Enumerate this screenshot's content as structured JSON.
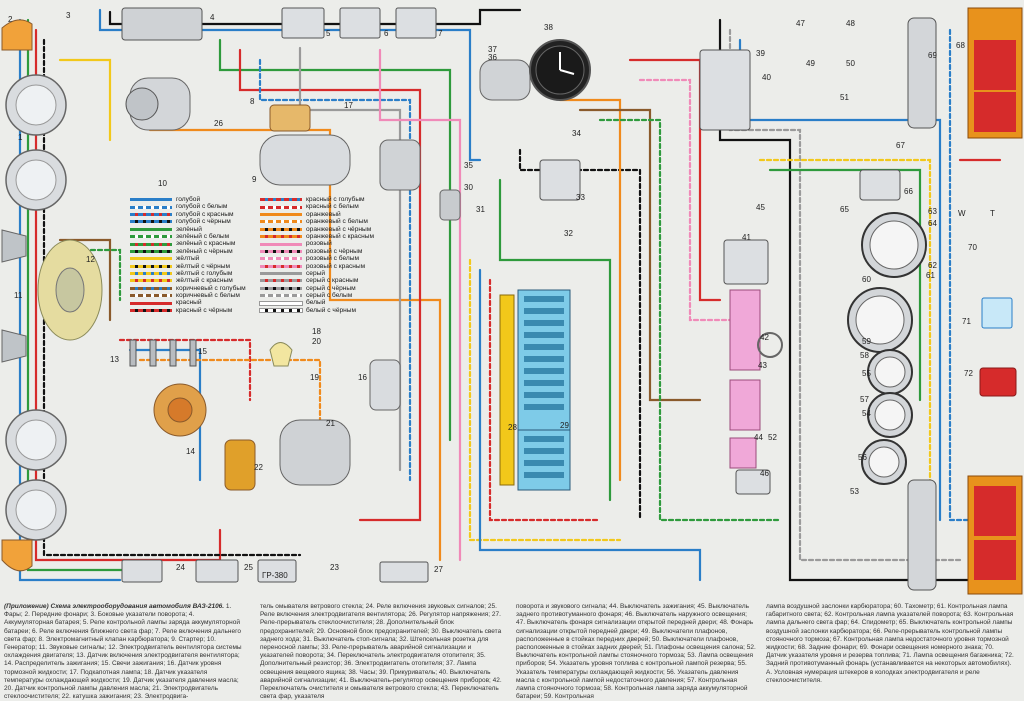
{
  "legend": [
    {
      "label": "голубой",
      "colors": [
        "#2a7ec8"
      ]
    },
    {
      "label": "голубой с белым",
      "colors": [
        "#2a7ec8",
        "#ffffff"
      ]
    },
    {
      "label": "голубой с красным",
      "colors": [
        "#2a7ec8",
        "#d62b2b"
      ]
    },
    {
      "label": "голубой с чёрным",
      "colors": [
        "#2a7ec8",
        "#111111"
      ]
    },
    {
      "label": "зелёный",
      "colors": [
        "#2e9a3c"
      ]
    },
    {
      "label": "зелёный с белым",
      "colors": [
        "#2e9a3c",
        "#ffffff"
      ]
    },
    {
      "label": "зелёный с красным",
      "colors": [
        "#2e9a3c",
        "#d62b2b"
      ]
    },
    {
      "label": "зелёный с чёрным",
      "colors": [
        "#2e9a3c",
        "#111111"
      ]
    },
    {
      "label": "жёлтый",
      "colors": [
        "#f2c81a"
      ]
    },
    {
      "label": "жёлтый с чёрным",
      "colors": [
        "#f2c81a",
        "#111111"
      ]
    },
    {
      "label": "жёлтый с голубым",
      "colors": [
        "#f2c81a",
        "#2a7ec8"
      ]
    },
    {
      "label": "жёлтый с красным",
      "colors": [
        "#f2c81a",
        "#d62b2b"
      ]
    },
    {
      "label": "коричневый с голубым",
      "colors": [
        "#8a5a2b",
        "#2a7ec8"
      ]
    },
    {
      "label": "коричневый с белым",
      "colors": [
        "#8a5a2b",
        "#ffffff"
      ]
    },
    {
      "label": "красный",
      "colors": [
        "#d62b2b"
      ]
    },
    {
      "label": "красный с чёрным",
      "colors": [
        "#d62b2b",
        "#111111"
      ]
    },
    {
      "label": "красный с голубым",
      "colors": [
        "#d62b2b",
        "#2a7ec8"
      ]
    },
    {
      "label": "красный с белым",
      "colors": [
        "#d62b2b",
        "#ffffff"
      ]
    },
    {
      "label": "оранжевый",
      "colors": [
        "#f08a1c"
      ]
    },
    {
      "label": "оранжевый с белым",
      "colors": [
        "#f08a1c",
        "#ffffff"
      ]
    },
    {
      "label": "оранжевый с чёрным",
      "colors": [
        "#f08a1c",
        "#111111"
      ]
    },
    {
      "label": "оранжевый с красным",
      "colors": [
        "#f08a1c",
        "#d62b2b"
      ]
    },
    {
      "label": "розовый",
      "colors": [
        "#f08ab8"
      ]
    },
    {
      "label": "розовый с чёрным",
      "colors": [
        "#f08ab8",
        "#111111"
      ]
    },
    {
      "label": "розовый с белым",
      "colors": [
        "#f08ab8",
        "#ffffff"
      ]
    },
    {
      "label": "розовый с красным",
      "colors": [
        "#f08ab8",
        "#d62b2b"
      ]
    },
    {
      "label": "серый",
      "colors": [
        "#9a9a9a"
      ]
    },
    {
      "label": "серый с красным",
      "colors": [
        "#9a9a9a",
        "#d62b2b"
      ]
    },
    {
      "label": "серый с чёрным",
      "colors": [
        "#9a9a9a",
        "#111111"
      ]
    },
    {
      "label": "серый с белым",
      "colors": [
        "#9a9a9a",
        "#ffffff"
      ]
    },
    {
      "label": "белый",
      "colors": [
        "#ffffff"
      ]
    },
    {
      "label": "белый с чёрным",
      "colors": [
        "#ffffff",
        "#111111"
      ]
    }
  ],
  "component_numbers": [
    "1",
    "2",
    "3",
    "4",
    "5",
    "6",
    "7",
    "8",
    "9",
    "10",
    "11",
    "12",
    "13",
    "14",
    "15",
    "16",
    "17",
    "18",
    "19",
    "20",
    "21",
    "22",
    "23",
    "24",
    "25",
    "26",
    "27",
    "28",
    "29",
    "30",
    "31",
    "32",
    "33",
    "34",
    "35",
    "36",
    "37",
    "38",
    "39",
    "40",
    "41",
    "42",
    "43",
    "44",
    "45",
    "46",
    "47",
    "48",
    "49",
    "50",
    "51",
    "52",
    "53",
    "54",
    "55",
    "56",
    "57",
    "58",
    "59",
    "60",
    "61",
    "62",
    "63",
    "64",
    "65",
    "66",
    "67",
    "68",
    "69",
    "70",
    "71",
    "72"
  ],
  "small_labels": {
    "relay_code": "ГР-380",
    "gauge_w": "W",
    "gauge_t": "T"
  },
  "caption": {
    "prefix": "(Приложение) Схема электрооборудования автомобиля ВАЗ-2106.",
    "col1": "1. Фары; 2. Передние фонари; 3. Боковые указатели поворота; 4. Аккумуляторная батарея; 5. Реле контрольной лампы заряда аккумуляторной батареи; 6. Реле включения ближнего света фар; 7. Реле включения дальнего света фар; 8. Электромагнитный клапан карбюратора; 9. Стартер; 10. Генератор; 11. Звуковые сигналы; 12. Электродвигатель вентилятора системы охлаждения двигателя; 13. Датчик включения электродвигателя вентилятора; 14. Распределитель зажигания; 15. Свечи зажигания; 16. Датчик уровня тормозной жидкости; 17. Подкапотная лампа; 18. Датчик указателя температуры охлаждающей жидкости; 19. Датчик указателя давления масла; 20. Датчик контрольной лампы давления масла; 21. Электродвигатель стеклоочистителя; 22. катушка зажигания; 23. Электродвига-",
    "col2": "тель омывателя ветрового стекла; 24. Реле включения звуковых сигналов; 25. Реле включения электродвигателя вентилятора; 26. Регулятор напряжения; 27. Реле-прерыватель стеклоочистителя; 28. Дополнительный блок предохранителей; 29. Основной блок предохранителей; 30. Выключатель света заднего хода; 31. Выключатель стоп-сигнала; 32. Штепсельная розетка для переносной лампы; 33. Реле-прерыватель аварийной сигнализации и указателей поворота; 34. Переключатель электродвигателя отопителя; 35. Дополнительный резистор; 36. Электродвигатель отопителя; 37. Лампа освещения вещевого ящика; 38. Часы; 39. Прикуриватель; 40. Выключатель аварийной сигнализации; 41. Выключатель-регулятор освещения приборов; 42. Переключатель очистителя и омывателя ветрового стекла; 43. Переключатель света фар, указателя",
    "col3": "поворота и звукового сигнала; 44. Выключатель зажигания; 45. Выключатель заднего противотуманного фонаря; 46. Выключатель наружного освещения; 47. Выключатель фонаря сигнализации открытой передней двери; 48. Фонарь сигнализации открытой передней двери; 49. Выключатели плафонов, расположенные в стойках передних дверей; 50. Выключатели плафонов, расположенные в стойках задних дверей; 51. Плафоны освещения салона; 52. Выключатель контрольной лампы стояночного тормоза; 53. Лампа освещения приборов; 54. Указатель уровня топлива с контрольной лампой резерва; 55. Указатель температуры охлаждающей жидкости; 56. Указатель давления масла с контрольной лампой недостаточного давления; 57. Контрольная лампа стояночного тормоза; 58. Контрольная лампа заряда аккумуляторной батареи; 59. Контрольная",
    "col4": "лампа воздушной заслонки карбюратора; 60. Тахометр; 61. Контрольная лампа габаритного света; 62. Контрольная лампа указателей поворота; 63. Контрольная лампа дальнего света фар; 64. Спидометр; 65. Выключатель контрольной лампы воздушной заслонки карбюратора; 66. Реле-прерыватель контрольной лампы стояночного тормоза; 67. Контрольная лампа недостаточного уровня тормозной жидкости; 68. Задние фонари; 69. Фонари освещения номерного знака; 70. Датчик указателя уровня и резерва топлива; 71. Лампа освещения багажника; 72. Задний противотуманный фонарь (устанавливается на некоторых автомобилях). А. Условная нумерация штекеров в колодках электродвигателя и реле стеклоочистителя."
  }
}
